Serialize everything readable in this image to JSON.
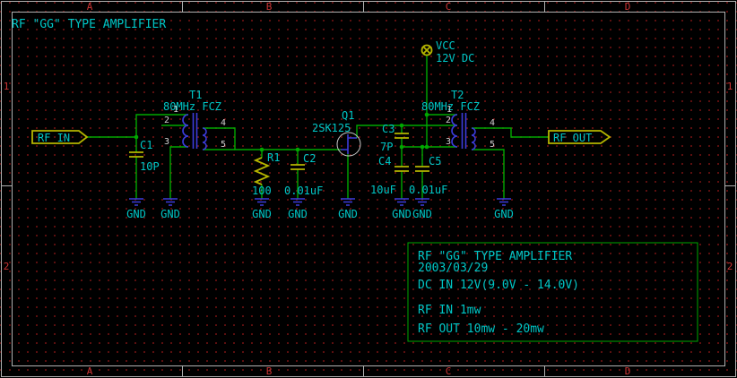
{
  "sheet": {
    "title": "RF \"GG\" TYPE AMPLIFIER",
    "columns": [
      "A",
      "B",
      "C",
      "D"
    ],
    "rows": [
      "1",
      "2"
    ]
  },
  "power": {
    "vcc_label": "VCC",
    "vcc_value": "12V DC"
  },
  "nets": {
    "rf_in": "RF IN",
    "rf_out": "RF OUT",
    "gnd": "GND"
  },
  "components": {
    "t1": {
      "ref": "T1",
      "value": "80MHz FCZ",
      "pins": [
        "1",
        "2",
        "3",
        "4",
        "5"
      ]
    },
    "t2": {
      "ref": "T2",
      "value": "80MHz FCZ",
      "pins": [
        "1",
        "2",
        "3",
        "4",
        "5"
      ]
    },
    "c1": {
      "ref": "C1",
      "value": "10P"
    },
    "c2": {
      "ref": "C2",
      "value": "0.01uF"
    },
    "c3": {
      "ref": "C3",
      "value": "7P"
    },
    "c4": {
      "ref": "C4",
      "value": "10uF"
    },
    "c5": {
      "ref": "C5",
      "value": "0.01uF"
    },
    "r1": {
      "ref": "R1",
      "value": "100"
    },
    "q1": {
      "ref": "Q1",
      "value": "2SK125"
    }
  },
  "notes": {
    "title": "RF \"GG\" TYPE AMPLIFIER",
    "date": "2003/03/29",
    "dc_in": "DC IN 12V(9.0V - 14.0V)",
    "rf_in": "RF IN 1mw",
    "rf_out": "RF OUT 10mw - 20mw"
  },
  "colors": {
    "background": "#000000",
    "grid_dot": "#701212",
    "wire": "#00a800",
    "symbol_blue": "#3c3cdc",
    "symbol_yellow": "#b5b500",
    "label_text": "#00c6c6",
    "pin_number_text": "#d0d0d0",
    "frame": "#b0b0b0",
    "border_marker": "#cc3434"
  }
}
